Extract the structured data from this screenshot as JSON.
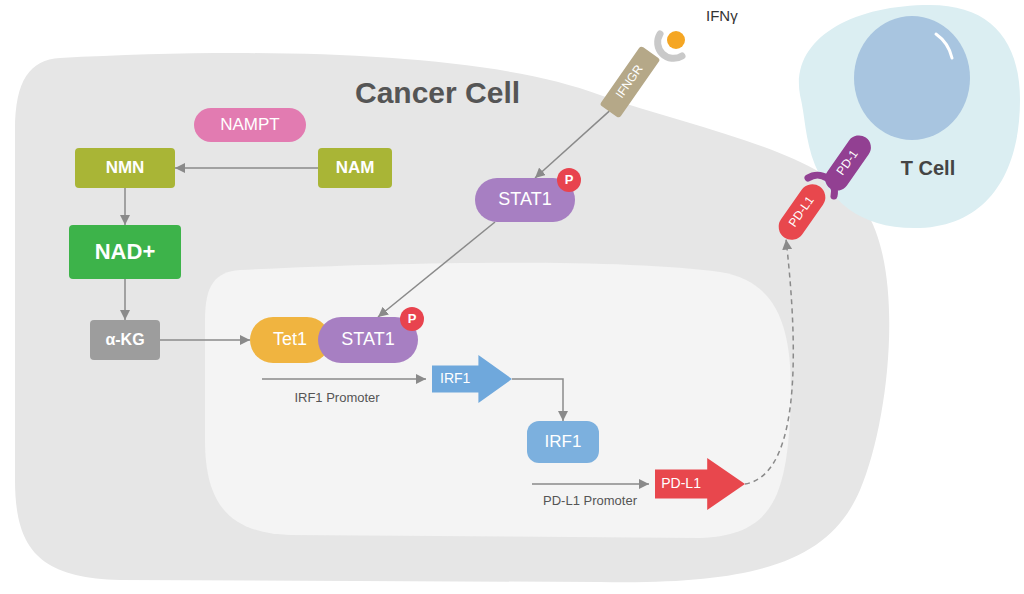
{
  "diagram": {
    "nodes": [
      {
        "text": [
          "Cancer Cell"
        ]
      },
      {
        "text": [
          "NAMPT"
        ],
        "in": 0
      },
      {
        "text": [
          "NMN"
        ],
        "in": 0
      },
      {
        "text": [
          "NAM"
        ],
        "in": 0
      },
      {
        "text": [
          "NAD+"
        ],
        "in": 0
      },
      {
        "text": [
          "α-KG"
        ],
        "in": 0
      },
      {
        "text": [
          "IFNGR"
        ]
      },
      {
        "text": [
          "STAT1",
          "P"
        ],
        "in": 0
      },
      {
        "text": [
          "Tet1"
        ],
        "in": 0
      },
      {
        "text": [
          "STAT1",
          "P"
        ],
        "in": 0
      },
      {
        "text": [
          "IRF1"
        ],
        "in": 0
      },
      {
        "text": [
          "IRF1"
        ],
        "in": 0
      },
      {
        "text": [
          "PD-L1"
        ],
        "in": 0
      },
      {
        "text": [
          "T Cell"
        ]
      },
      {
        "text": [
          "PD-L1"
        ]
      },
      {
        "text": [
          "PD-1"
        ]
      }
    ],
    "edges": [
      {
        "from": 3,
        "to": 2,
        "arrow": "to"
      },
      {
        "from": 2,
        "to": 4,
        "arrow": "to"
      },
      {
        "from": 4,
        "to": 5,
        "arrow": "to"
      },
      {
        "from": 5,
        "to": 8,
        "arrow": "to"
      },
      {
        "from": 6,
        "to": 7,
        "arrow": "to"
      },
      {
        "from": 7,
        "to": 9,
        "arrow": "to"
      },
      {
        "from": 10,
        "to": 11,
        "arrow": "to"
      },
      {
        "from": 12,
        "to": 14,
        "arrow": "to"
      }
    ],
    "labels": [
      "IFNγ",
      "IRF1 Promoter",
      "PD-L1 Promoter"
    ]
  }
}
